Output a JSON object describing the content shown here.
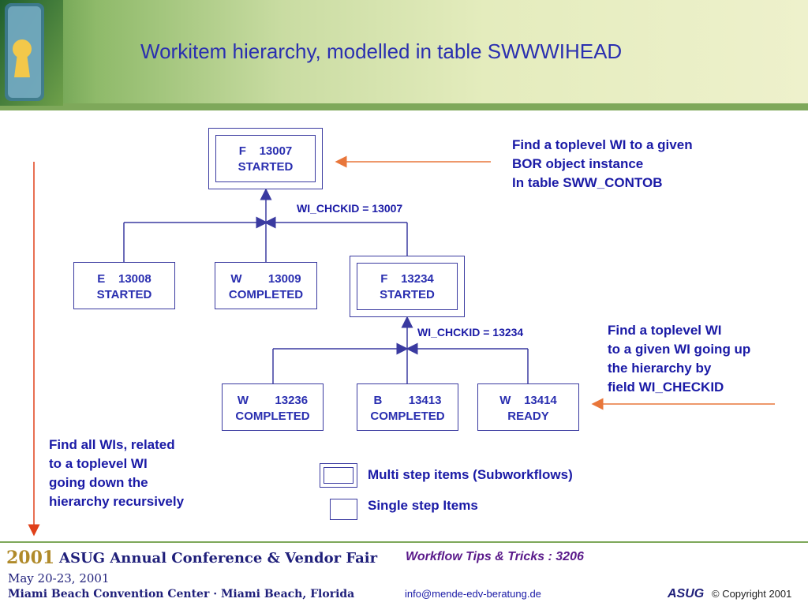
{
  "header": {
    "title": "Workitem hierarchy, modelled in table SWWWIHEAD"
  },
  "nodes": {
    "root": {
      "type": "F",
      "id": "13007",
      "status": "STARTED"
    },
    "e13008": {
      "type": "E",
      "id": "13008",
      "status": "STARTED"
    },
    "w13009": {
      "type": "W",
      "id": "13009",
      "status": "COMPLETED"
    },
    "f13234": {
      "type": "F",
      "id": "13234",
      "status": "STARTED"
    },
    "w13236": {
      "type": "W",
      "id": "13236",
      "status": "COMPLETED"
    },
    "b13413": {
      "type": "B",
      "id": "13413",
      "status": "COMPLETED"
    },
    "w13414": {
      "type": "W",
      "id": "13414",
      "status": "READY"
    }
  },
  "edges": {
    "label_top": "WI_CHCKID = 13007",
    "label_mid": "WI_CHCKID = 13234"
  },
  "notes": {
    "toplevel_bor": [
      "Find a toplevel WI to a given",
      "BOR object instance",
      "In table SWW_CONTOB"
    ],
    "toplevel_up": [
      "Find a toplevel WI",
      "to a given WI going up",
      "the hierarchy by",
      "field WI_CHECKID"
    ],
    "all_down": [
      "Find all WIs, related",
      "to a toplevel WI",
      "going down the",
      "hierarchy recursively"
    ]
  },
  "legend": {
    "multi": "Multi step items (Subworkflows)",
    "single": "Single step Items"
  },
  "footer": {
    "year": "2001",
    "conference": "ASUG Annual Conference & Vendor Fair",
    "dates": "May 20-23, 2001",
    "venue": "Miami Beach Convention Center · Miami Beach, Florida",
    "track": "Workflow Tips & Tricks : 3206",
    "email": "info@mende-edv-beratung.de",
    "asug_logo": "ASUG",
    "copyright": "© Copyright 2001"
  },
  "colors": {
    "text_blue": "#1a1aa6",
    "arrow_orange": "#e8763a",
    "arrow_red": "#e0401a",
    "connector": "#3a3aa0"
  }
}
